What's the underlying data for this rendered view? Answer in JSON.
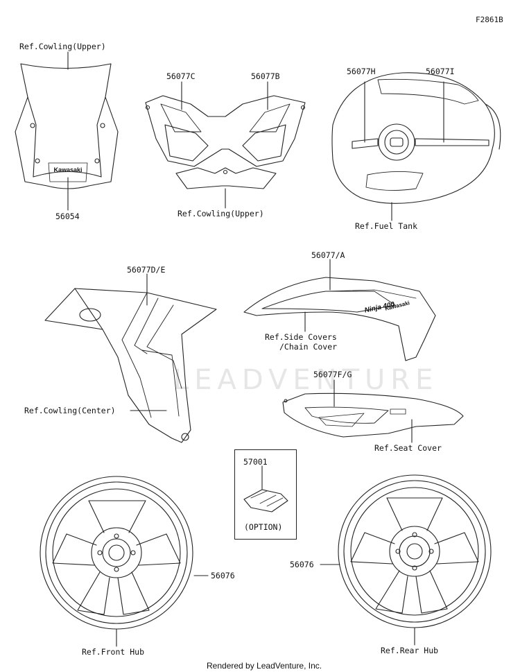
{
  "figure_code": "F2861B",
  "watermark": "LEADVENTURE",
  "credit": "Rendered by LeadVenture, Inc.",
  "labels": {
    "ref_cowling_upper_left": "Ref.Cowling(Upper)",
    "part_56054": "56054",
    "part_56077c": "56077C",
    "part_56077b": "56077B",
    "ref_cowling_upper_center": "Ref.Cowling(Upper)",
    "part_56077h": "56077H",
    "part_56077i": "56077I",
    "ref_fuel_tank": "Ref.Fuel Tank",
    "part_56077de": "56077D/E",
    "ref_cowling_center": "Ref.Cowling(Center)",
    "part_56077a": "56077/A",
    "ref_side_covers_1": "Ref.Side Covers",
    "ref_side_covers_2": "/Chain Cover",
    "part_56077fg": "56077F/G",
    "ref_seat_cover": "Ref.Seat Cover",
    "part_57001": "57001",
    "option": "(OPTION)",
    "part_56076_front": "56076",
    "ref_front_hub": "Ref.Front Hub",
    "part_56076_rear": "56076",
    "ref_rear_hub": "Ref.Rear Hub"
  },
  "decals": {
    "windscreen_brand": "Kawasaki",
    "side_cover_model": "Ninja 400",
    "side_cover_brand": "Kawasaki"
  }
}
